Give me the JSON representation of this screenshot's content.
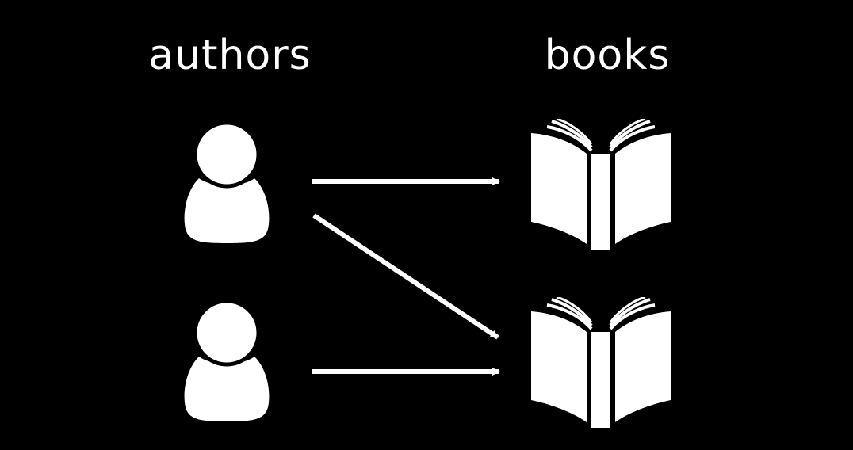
{
  "headings": {
    "authors": "authors",
    "books": "books"
  },
  "nodes": {
    "authors": [
      {
        "icon": "person-icon"
      },
      {
        "icon": "person-icon"
      }
    ],
    "books": [
      {
        "icon": "open-book-icon"
      },
      {
        "icon": "open-book-icon"
      }
    ]
  },
  "links": [
    {
      "from": "author-1",
      "to": "book-1"
    },
    {
      "from": "author-1",
      "to": "book-2"
    },
    {
      "from": "author-2",
      "to": "book-2"
    }
  ],
  "colors": {
    "background": "#000000",
    "foreground": "#ffffff"
  }
}
